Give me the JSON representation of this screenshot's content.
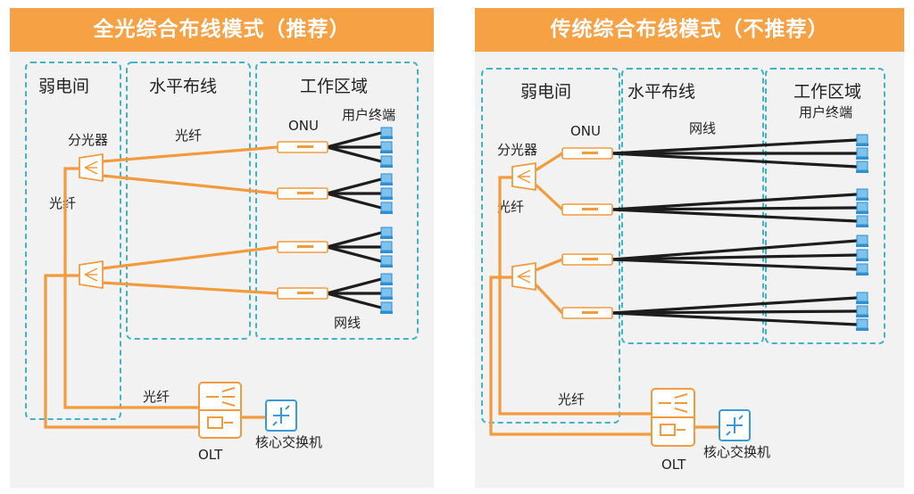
{
  "panels": [
    {
      "title": "全光综合布线模式（推荐）",
      "zones": {
        "weak": "弱电间",
        "horizontal": "水平布线",
        "work": "工作区域"
      },
      "labels": {
        "user_terminal": "用户终端",
        "onu": "ONU",
        "splitter": "分光器",
        "fiber_top": "光纤",
        "fiber_side": "光纤",
        "fiber_bottom": "光纤",
        "network_cable": "网线",
        "olt": "OLT",
        "core_switch": "核心交换机"
      }
    },
    {
      "title": "传统综合布线模式（不推荐）",
      "zones": {
        "weak": "弱电间",
        "horizontal": "水平布线",
        "work": "工作区域"
      },
      "labels": {
        "user_terminal": "用户终端",
        "onu": "ONU",
        "splitter": "分光器",
        "fiber_side": "光纤",
        "fiber_bottom": "光纤",
        "network_cable": "网线",
        "olt": "OLT",
        "core_switch": "核心交换机"
      }
    }
  ],
  "colors": {
    "banner": "#f7a145",
    "fiber": "#f39a3c",
    "ethernet": "#1d1d1d",
    "zone_border": "#3fb3c7",
    "terminal": "#2f8fd0",
    "panel_bg": "#f2f2f2"
  },
  "icons": [
    "splitter-icon",
    "onu-icon",
    "terminal-icon",
    "olt-icon",
    "core-switch-icon"
  ]
}
